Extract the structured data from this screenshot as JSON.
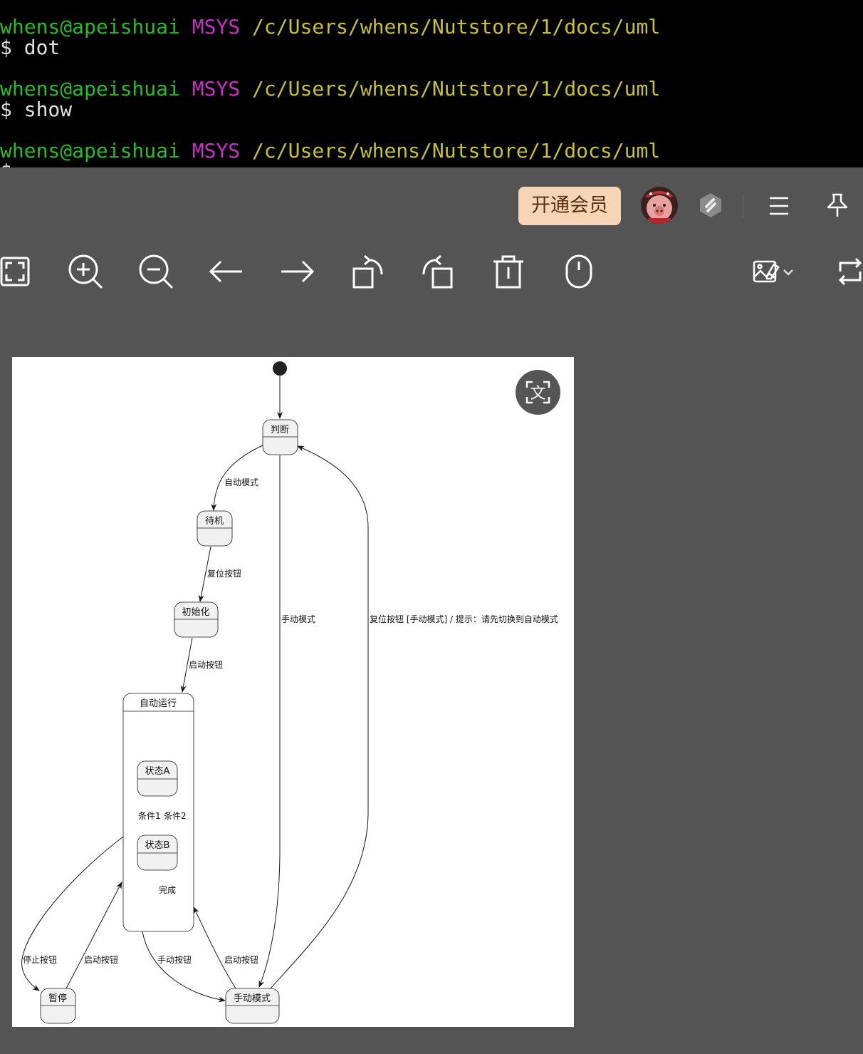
{
  "terminal": {
    "prompts": [
      {
        "user": "whens@apeishuai",
        "env": "MSYS",
        "path": "/c/Users/whens/Nutstore/1/docs/uml",
        "command": "$ dot"
      },
      {
        "user": "whens@apeishuai",
        "env": "MSYS",
        "path": "/c/Users/whens/Nutstore/1/docs/uml",
        "command": "$ show"
      },
      {
        "user": "whens@apeishuai",
        "env": "MSYS",
        "path": "/c/Users/whens/Nutstore/1/docs/uml",
        "command": "$ "
      }
    ]
  },
  "header": {
    "vip_label": "开通会员",
    "icons": [
      "avatar",
      "s-logo-icon",
      "menu-icon",
      "pin-icon"
    ]
  },
  "toolbar": {
    "tools": [
      "fit-screen-icon",
      "zoom-in-icon",
      "zoom-out-icon",
      "previous-icon",
      "next-icon",
      "rotate-left-icon",
      "rotate-right-icon",
      "delete-icon",
      "mouse-icon",
      "edit-image-icon",
      "crop-icon"
    ]
  },
  "ocr_button": {
    "icon": "translate-icon",
    "glyph": "文"
  },
  "diagram": {
    "states": {
      "judge": "判断",
      "standby": "待机",
      "init": "初始化",
      "auto_run": "自动运行",
      "state_a": "状态A",
      "state_b": "状态B",
      "pause": "暂停",
      "manual": "手动模式"
    },
    "transitions": {
      "auto_mode": "自动模式",
      "reset_btn": "复位按钮",
      "start_btn": "启动按钮",
      "manual_mode": "手动模式",
      "reset_hint": "复位按钮 [手动模式] / 提示：请先切换到自动模式",
      "cond1": "条件1",
      "cond2": "条件2",
      "done": "完成",
      "stop_btn": "停止按钮",
      "start_btn2": "启动按钮",
      "manual_btn": "手动按钮",
      "start_btn3": "启动按钮"
    }
  },
  "colors": {
    "terminal_bg": "#000000",
    "user": "#25bc24",
    "env": "#c930c7",
    "path": "#c8c22c",
    "viewer_bg": "#545454",
    "vip_bg": "#f6d5b6"
  }
}
